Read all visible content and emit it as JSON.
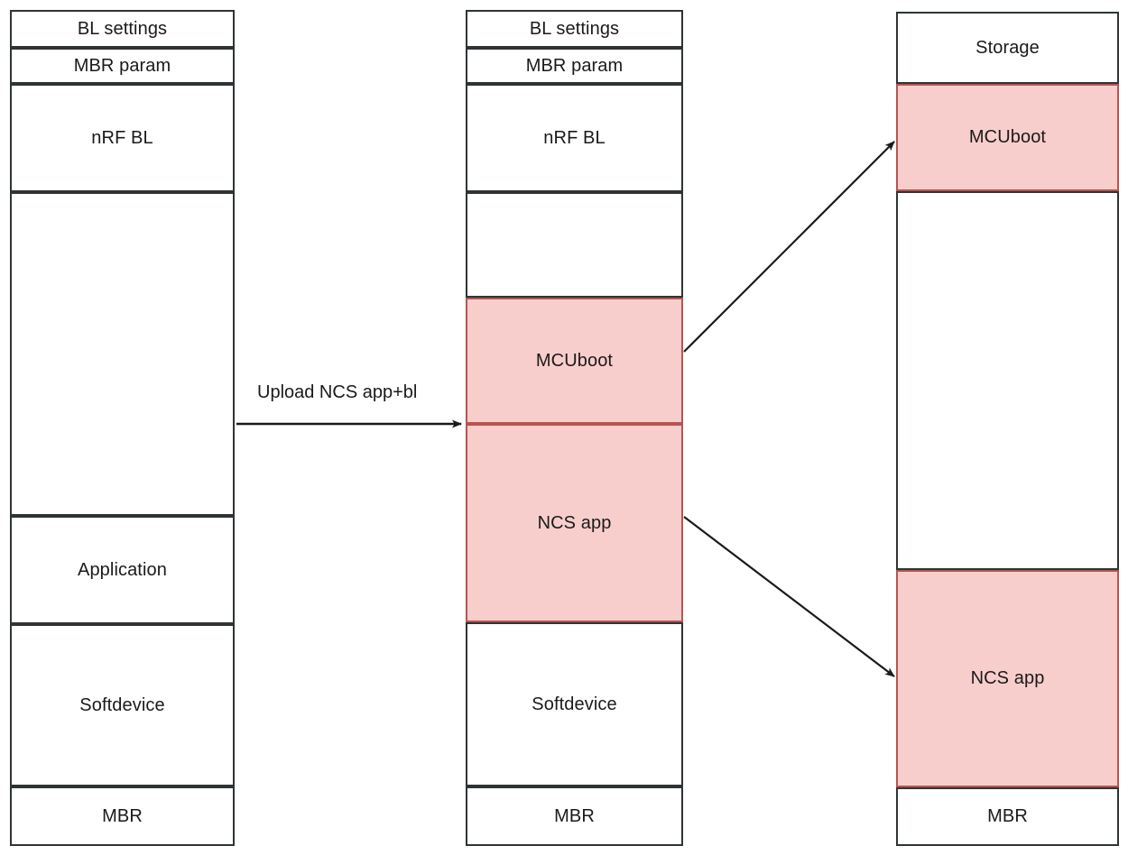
{
  "diagram": {
    "title": "nRF flash memory layout migration: legacy nRF SDK image to NCS (MCUboot + NCS app)",
    "colors": {
      "highlight_fill": "#f8cecc",
      "highlight_border": "#b85450",
      "box_border": "#2e3436",
      "text": "#1a1a1a",
      "background": "#ffffff"
    },
    "columns": [
      {
        "id": "before",
        "name": "legacy-flash-layout",
        "cells": [
          {
            "label": "BL settings",
            "highlight": false
          },
          {
            "label": "MBR param",
            "highlight": false
          },
          {
            "label": "nRF BL",
            "highlight": false
          },
          {
            "label": "",
            "highlight": false
          },
          {
            "label": "Application",
            "highlight": false
          },
          {
            "label": "Softdevice",
            "highlight": false
          },
          {
            "label": "MBR",
            "highlight": false
          }
        ]
      },
      {
        "id": "during",
        "name": "upload-flash-layout",
        "cells": [
          {
            "label": "BL settings",
            "highlight": false
          },
          {
            "label": "MBR param",
            "highlight": false
          },
          {
            "label": "nRF BL",
            "highlight": false
          },
          {
            "label": "",
            "highlight": false
          },
          {
            "label": "MCUboot",
            "highlight": true
          },
          {
            "label": "NCS app",
            "highlight": true
          },
          {
            "label": "Softdevice",
            "highlight": false
          },
          {
            "label": "MBR",
            "highlight": false
          }
        ]
      },
      {
        "id": "after",
        "name": "ncs-flash-layout",
        "cells": [
          {
            "label": "Storage",
            "highlight": false
          },
          {
            "label": "MCUboot",
            "highlight": true
          },
          {
            "label": "",
            "highlight": false
          },
          {
            "label": "NCS app",
            "highlight": true
          },
          {
            "label": "MBR",
            "highlight": false
          }
        ]
      }
    ],
    "arrows": [
      {
        "id": "upload",
        "label": "Upload NCS app+bl",
        "from": "legacy-flash-layout",
        "to": "upload-flash-layout"
      },
      {
        "id": "mcuboot-move",
        "label": "",
        "from": "during-mcuboot",
        "to": "after-mcuboot"
      },
      {
        "id": "ncs-app-move",
        "label": "",
        "from": "during-ncs-app",
        "to": "after-ncs-app"
      }
    ]
  }
}
